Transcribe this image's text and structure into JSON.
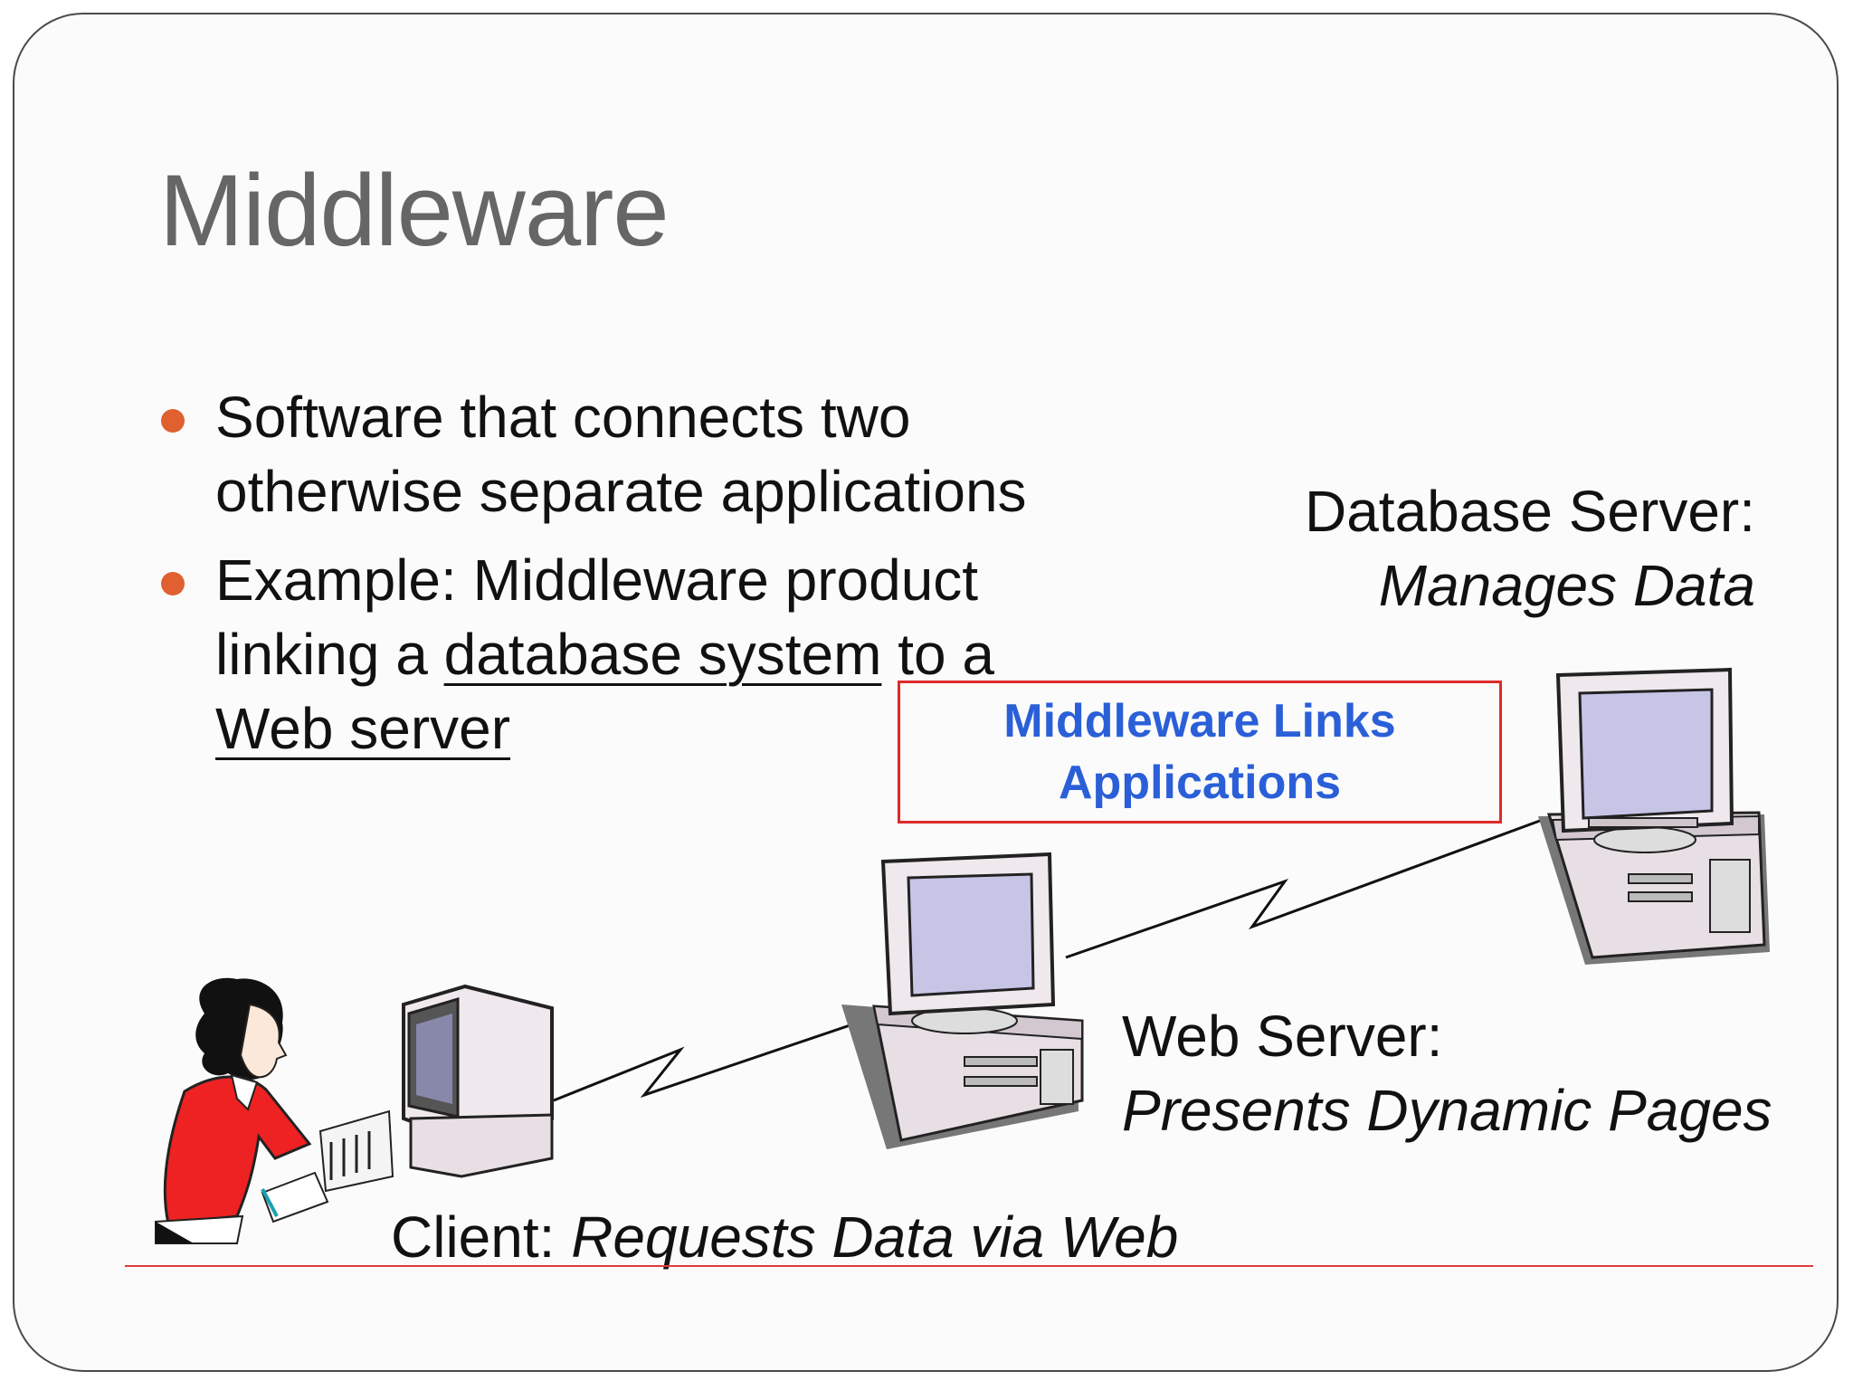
{
  "title": "Middleware",
  "bullets": [
    {
      "parts": [
        "Software that connects two otherwise separate applications"
      ]
    },
    {
      "parts": [
        "Example: Middleware product linking a ",
        "database system",
        " to a ",
        "Web server"
      ]
    }
  ],
  "database_server": {
    "label": "Database Server:",
    "role": "Manages Data"
  },
  "middleware_box": {
    "line1": "Middleware Links",
    "line2": "Applications"
  },
  "web_server": {
    "label": "Web Server:",
    "role": "Presents Dynamic Pages"
  },
  "client": {
    "label": "Client: ",
    "role": "Requests Data via Web"
  },
  "colors": {
    "bullet": "#e06030",
    "box_border": "#dd2a2a",
    "box_text": "#2a5fd8",
    "title": "#666666"
  }
}
